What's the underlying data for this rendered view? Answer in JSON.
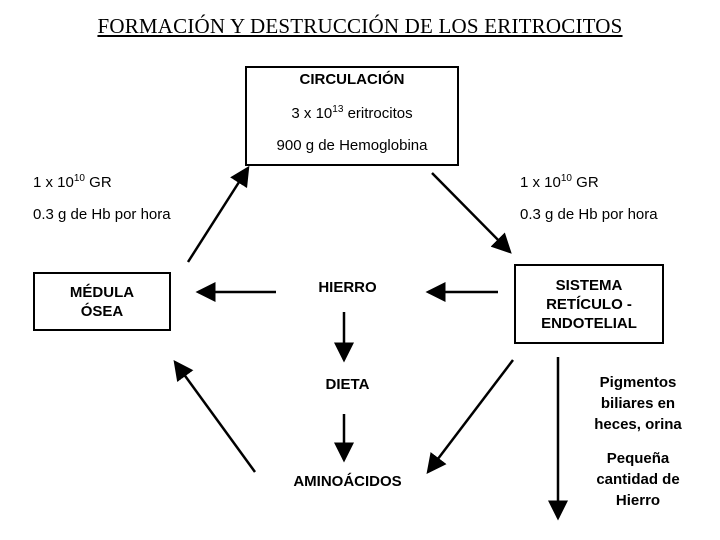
{
  "title": "FORMACIÓN Y DESTRUCCIÓN DE LOS ERITROCITOS",
  "circulacion": {
    "heading": "CIRCULACIÓN",
    "count_prefix": "3 x 10",
    "count_exp": "13",
    "count_suffix": " eritrocitos",
    "hemoglobin": "900 g de Hemoglobina"
  },
  "left_rate": {
    "gr_prefix": "1 x 10",
    "gr_exp": "10",
    "gr_suffix": " GR",
    "hb": "0.3 g de Hb por hora"
  },
  "right_rate": {
    "gr_prefix": "1 x 10",
    "gr_exp": "10",
    "gr_suffix": " GR",
    "hb": "0.3 g de Hb por hora"
  },
  "nodes": {
    "medula_line1": "MÉDULA",
    "medula_line2": "ÓSEA",
    "hierro": "HIERRO",
    "dieta": "DIETA",
    "aminoacidos": "AMINOÁCIDOS",
    "sistema_line1": "SISTEMA",
    "sistema_line2": "RETÍCULO -",
    "sistema_line3": "ENDOTELIAL"
  },
  "outputs": {
    "pigmentos_line1": "Pigmentos",
    "pigmentos_line2": "biliares en",
    "pigmentos_line3": "heces, orina",
    "hierro_line1": "Pequeña",
    "hierro_line2": "cantidad de",
    "hierro_line3": "Hierro"
  }
}
